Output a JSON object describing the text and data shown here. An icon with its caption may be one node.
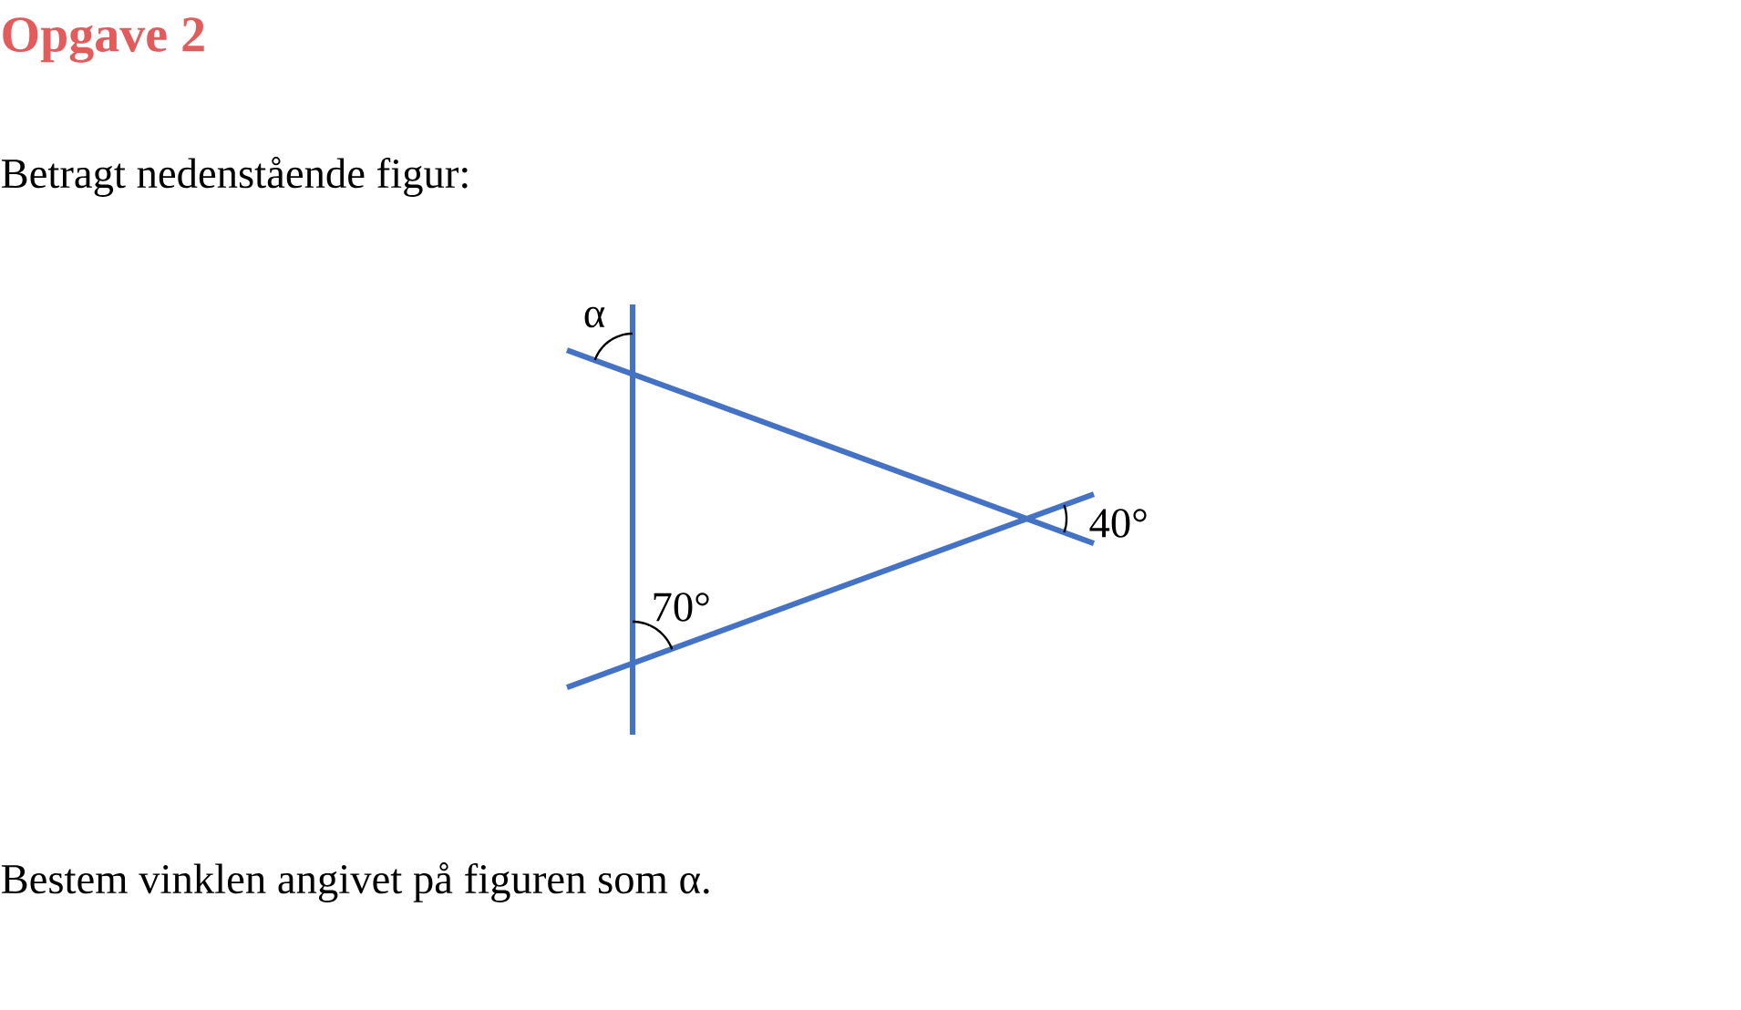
{
  "diagram": {
    "title": "Opgave 2",
    "labels": [
      "Betragt nedenstående figur:",
      "α",
      "70°",
      "40°",
      "Bestem vinklen angivet på figuren som α."
    ]
  }
}
